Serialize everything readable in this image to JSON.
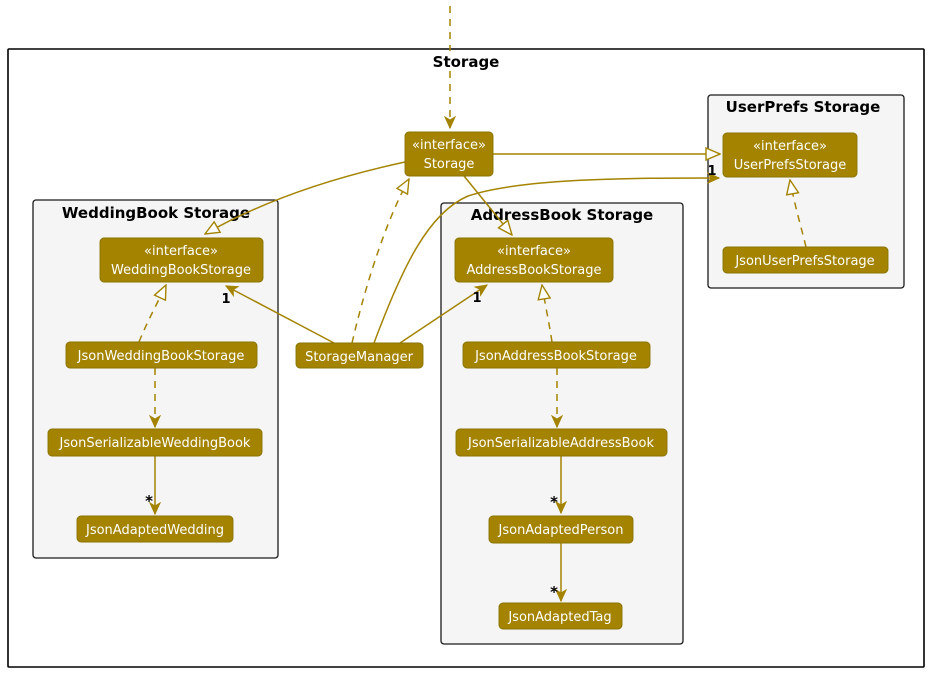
{
  "diagram": {
    "title": "Storage",
    "kind": "uml-class-diagram",
    "stereotype": "«interface»",
    "colors": {
      "node_fill": "#A38300",
      "node_border": "#8A7400",
      "node_text": "#FFFFFF",
      "edge": "#A38300",
      "package_fill": "#F5F5F5",
      "package_border": "#1B1B1B",
      "frame_border": "#000000",
      "label_text": "#000000"
    },
    "packages": {
      "wedding": {
        "title": "WeddingBook Storage"
      },
      "address": {
        "title": "AddressBook Storage"
      },
      "userprefs": {
        "title": "UserPrefs Storage"
      }
    },
    "nodes": {
      "storage": {
        "stereotype": "«interface»",
        "name": "Storage"
      },
      "storage_manager": {
        "name": "StorageManager"
      },
      "userprefs_storage": {
        "stereotype": "«interface»",
        "name": "UserPrefsStorage"
      },
      "json_userprefs_storage": {
        "name": "JsonUserPrefsStorage"
      },
      "weddingbook_storage": {
        "stereotype": "«interface»",
        "name": "WeddingBookStorage"
      },
      "json_weddingbook_storage": {
        "name": "JsonWeddingBookStorage"
      },
      "json_serializable_weddingbook": {
        "name": "JsonSerializableWeddingBook"
      },
      "json_adapted_wedding": {
        "name": "JsonAdaptedWedding"
      },
      "addressbook_storage": {
        "stereotype": "«interface»",
        "name": "AddressBookStorage"
      },
      "json_addressbook_storage": {
        "name": "JsonAddressBookStorage"
      },
      "json_serializable_addressbook": {
        "name": "JsonSerializableAddressBook"
      },
      "json_adapted_person": {
        "name": "JsonAdaptedPerson"
      },
      "json_adapted_tag": {
        "name": "JsonAdaptedTag"
      }
    },
    "multiplicity": {
      "one": "1",
      "many": "*"
    },
    "edges": [
      {
        "from": "external",
        "to": "Storage",
        "type": "dashed-dependency"
      },
      {
        "from": "Storage",
        "to": "UserPrefsStorage",
        "type": "extension"
      },
      {
        "from": "Storage",
        "to": "AddressBookStorage",
        "type": "extension"
      },
      {
        "from": "Storage",
        "to": "WeddingBookStorage",
        "type": "extension"
      },
      {
        "from": "StorageManager",
        "to": "Storage",
        "type": "realization"
      },
      {
        "from": "StorageManager",
        "to": "WeddingBookStorage",
        "type": "association",
        "multiplicity": "1"
      },
      {
        "from": "StorageManager",
        "to": "AddressBookStorage",
        "type": "association",
        "multiplicity": "1"
      },
      {
        "from": "StorageManager",
        "to": "UserPrefsStorage",
        "type": "association",
        "multiplicity": "1"
      },
      {
        "from": "JsonUserPrefsStorage",
        "to": "UserPrefsStorage",
        "type": "realization"
      },
      {
        "from": "JsonWeddingBookStorage",
        "to": "WeddingBookStorage",
        "type": "realization"
      },
      {
        "from": "JsonAddressBookStorage",
        "to": "AddressBookStorage",
        "type": "realization"
      },
      {
        "from": "JsonWeddingBookStorage",
        "to": "JsonSerializableWeddingBook",
        "type": "dashed-dependency"
      },
      {
        "from": "JsonSerializableWeddingBook",
        "to": "JsonAdaptedWedding",
        "type": "association",
        "multiplicity": "*"
      },
      {
        "from": "JsonAddressBookStorage",
        "to": "JsonSerializableAddressBook",
        "type": "dashed-dependency"
      },
      {
        "from": "JsonSerializableAddressBook",
        "to": "JsonAdaptedPerson",
        "type": "association",
        "multiplicity": "*"
      },
      {
        "from": "JsonAdaptedPerson",
        "to": "JsonAdaptedTag",
        "type": "association",
        "multiplicity": "*"
      }
    ]
  }
}
